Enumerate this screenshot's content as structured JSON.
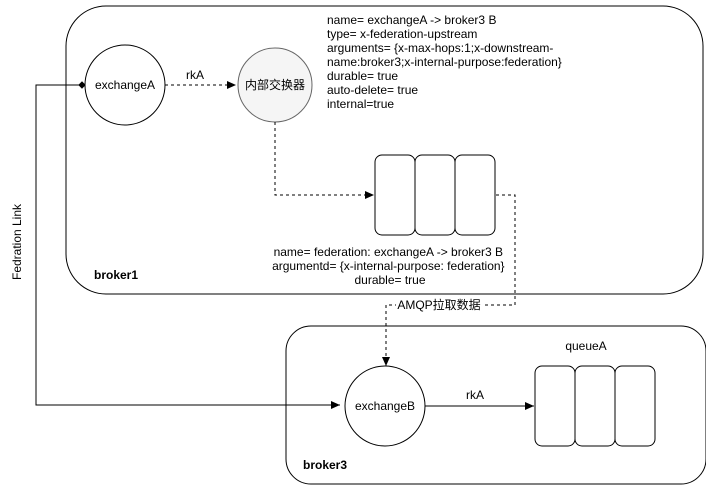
{
  "broker1": {
    "label": "broker1",
    "exchange": "exchangeA",
    "routing_key": "rkA",
    "internal_exchange": "内部交换器",
    "exchange_props": [
      "name= exchangeA -> broker3 B",
      "type= x-federation-upstream",
      "arguments= {x-max-hops:1;x-downstream-",
      "name:broker3;x-internal-purpose:federation}",
      "durable= true",
      "auto-delete= true",
      "internal=true"
    ],
    "queue_props": [
      "name= federation: exchangeA -> broker3 B",
      "argumentd= {x-internal-purpose: federation}",
      "durable= true"
    ]
  },
  "broker3": {
    "label": "broker3",
    "exchange": "exchangeB",
    "routing_key": "rkA",
    "queue": "queueA"
  },
  "federation_link": "Fedration Link",
  "amqp_pull": "AMQP拉取数据",
  "colors": {
    "stroke": "#000000",
    "internal_fill": "#f5f5f5",
    "internal_stroke": "#666666",
    "text": "#000000"
  }
}
